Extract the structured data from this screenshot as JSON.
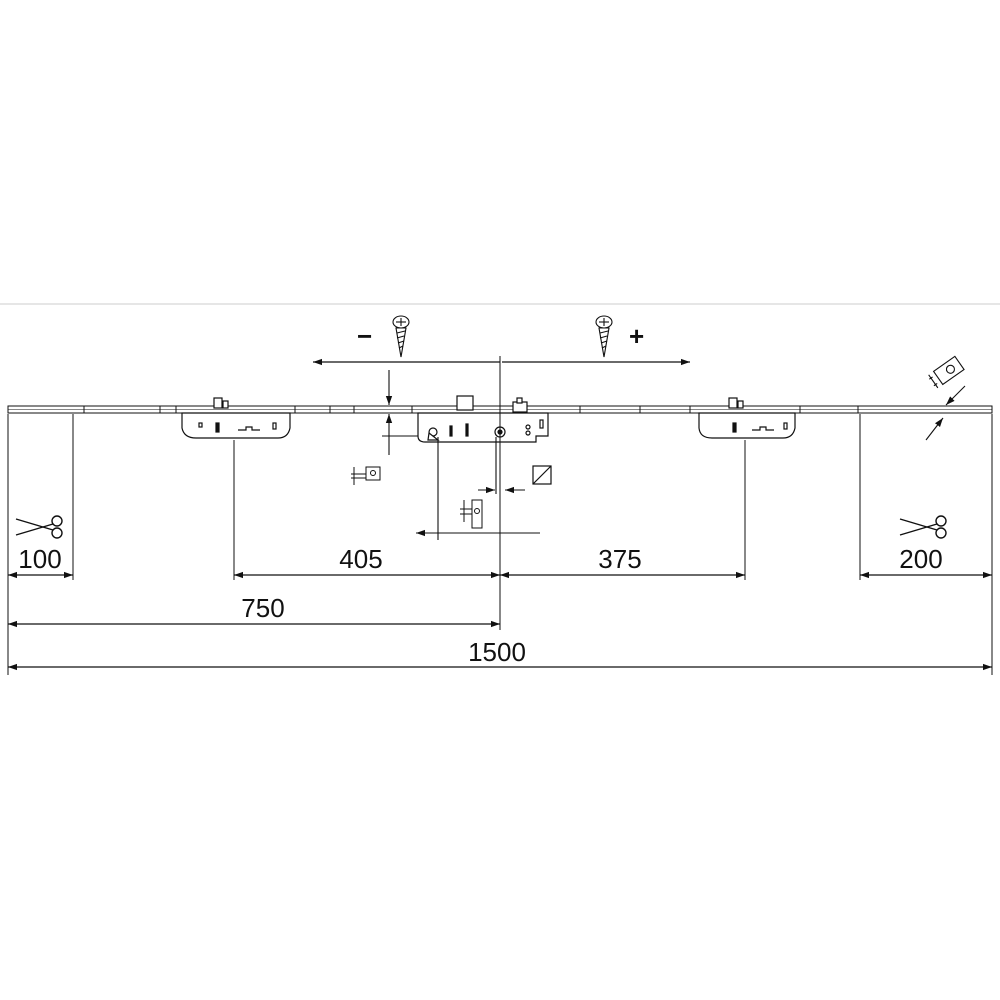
{
  "diagram": {
    "adjust_minus": "−",
    "adjust_plus": "+",
    "dimensions": {
      "trim_left": "100",
      "trim_right": "200",
      "lock_to_left_keep": "405",
      "lock_to_right_keep": "375",
      "lock_center": "750",
      "total_length": "1500"
    }
  },
  "colors": {
    "line": "#111111",
    "separator": "#cccccc",
    "background": "#ffffff"
  },
  "icons": [
    "screw-icon",
    "scissors-icon",
    "spindle-square-icon",
    "cylinder-icon",
    "faceplate-profile-icon"
  ]
}
